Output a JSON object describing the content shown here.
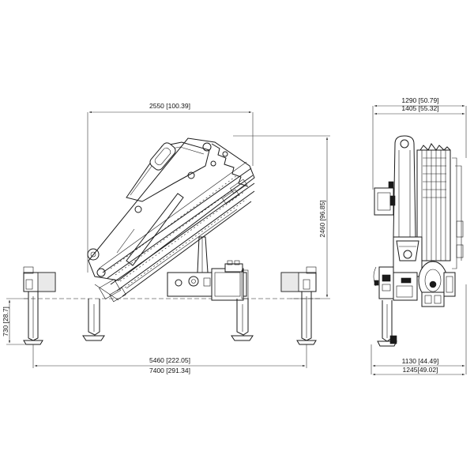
{
  "dimensions": {
    "width_top": "2550 [100.39]",
    "height_right": "2460 [96.85]",
    "leg_height": "730 [28.7]",
    "outrigger_span": "5460 [222.05]",
    "total_span": "7400 [291.34]",
    "side_width_1": "1290 [50.79]",
    "side_width_2": "1405 [55.32]",
    "side_base_1": "1130 [44.49]",
    "side_base_2": "1245[49.02]"
  }
}
